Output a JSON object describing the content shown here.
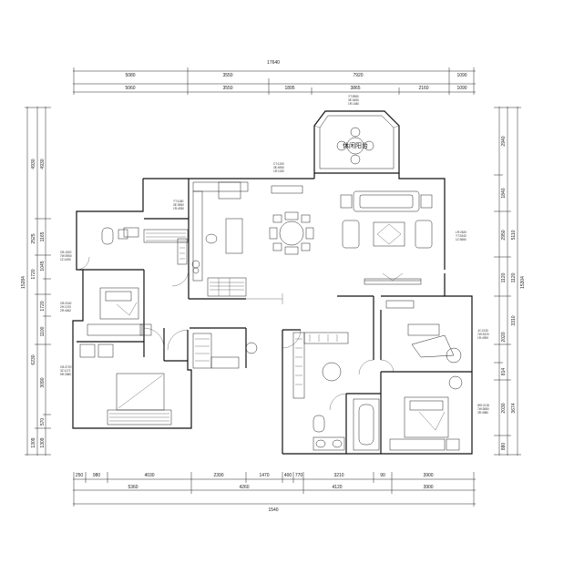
{
  "drawing": {
    "top_dims": {
      "overall": "17640",
      "row1": [
        "5080",
        "3550",
        "7920",
        "1090"
      ],
      "row2": [
        "5060",
        "3550",
        "1895",
        "3865",
        "2160",
        "1090"
      ]
    },
    "bottom_dims": {
      "row1": [
        "250",
        "980",
        "4030",
        "2390",
        "1470",
        "400",
        "770",
        "3210",
        "90",
        "3900"
      ],
      "row2": [
        "5360",
        "4260",
        "4120",
        "3900"
      ],
      "overall": "1540"
    },
    "left_dims": {
      "overall": "15284",
      "outer": [
        "4930",
        "2525",
        "1720",
        "6230",
        "1309"
      ],
      "inner": [
        "4930",
        "1165",
        "1045",
        "1720",
        "1100",
        "3090",
        "570",
        "1309"
      ]
    },
    "right_dims": {
      "overall": "15304",
      "outer": [
        "2940",
        "5110",
        "1120",
        "3310",
        "3674",
        "880"
      ],
      "inner": [
        "1840",
        "2950",
        "1120",
        "2020",
        "814",
        "2030"
      ]
    },
    "room_labels": {
      "balcony": "休闲阳台"
    },
    "room_tags": {
      "balcony": [
        "YT:3980",
        "3E:3450",
        "1R:1480"
      ],
      "dining": [
        "CT:1190",
        "3E:4950",
        "1R:1020"
      ],
      "kitchen": [
        "YT:1180",
        "3E:3980",
        "1R:4930"
      ],
      "living": [
        "LR:2620",
        "YT:3340",
        "1Z:3680"
      ],
      "bath1": [
        "CB:1520",
        "7W:3950",
        "1Z:1490"
      ],
      "bedroom2": [
        "CB:2040",
        "2H:1370",
        "2R:4062"
      ],
      "bedroom3": [
        "CB:3720",
        "3Z:1172",
        "5R:3980"
      ],
      "master_study": [
        "JC:2130",
        "7W:3220",
        "1R:4990"
      ],
      "master_bed": [
        "WS:2130",
        "7W:3880",
        "3R:4980"
      ]
    }
  }
}
